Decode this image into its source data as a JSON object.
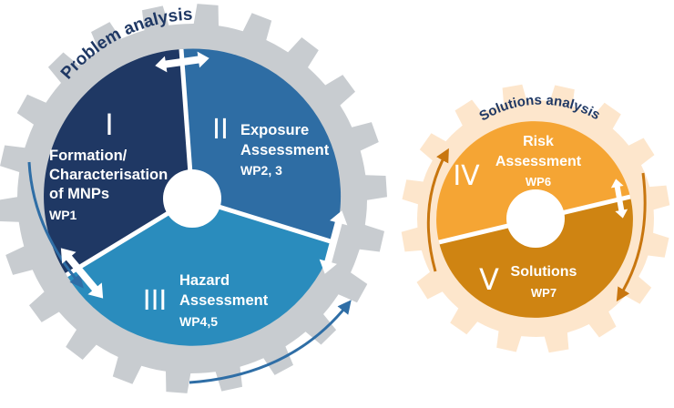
{
  "colors": {
    "gear_left": "#c8ccd0",
    "gear_right": "#fde6cc",
    "seg_formation": "#1f3864",
    "seg_exposure": "#2e6da4",
    "seg_hazard": "#2a8cbd",
    "seg_risk": "#f5a534",
    "seg_solutions": "#cf8412",
    "arrow_blue": "#2f6ea6",
    "arrow_orange": "#c8760f",
    "title_blue": "#1f3864"
  },
  "problem": {
    "title": "Problem analysis",
    "segments": {
      "formation": {
        "numeral": "I",
        "line1": "Formation/",
        "line2": "Characterisation",
        "line3": "of MNPs",
        "wp": "WP1"
      },
      "exposure": {
        "numeral": "II",
        "line1": "Exposure",
        "line2": "Assessment",
        "wp": "WP2, 3"
      },
      "hazard": {
        "numeral": "III",
        "line1": "Hazard",
        "line2": "Assessment",
        "wp": "WP4,5"
      }
    }
  },
  "solutions": {
    "title": "Solutions analysis",
    "segments": {
      "risk": {
        "numeral": "IV",
        "line1": "Risk",
        "line2": "Assessment",
        "wp": "WP6"
      },
      "solutions": {
        "numeral": "V",
        "line1": "Solutions",
        "wp": "WP7"
      }
    }
  }
}
